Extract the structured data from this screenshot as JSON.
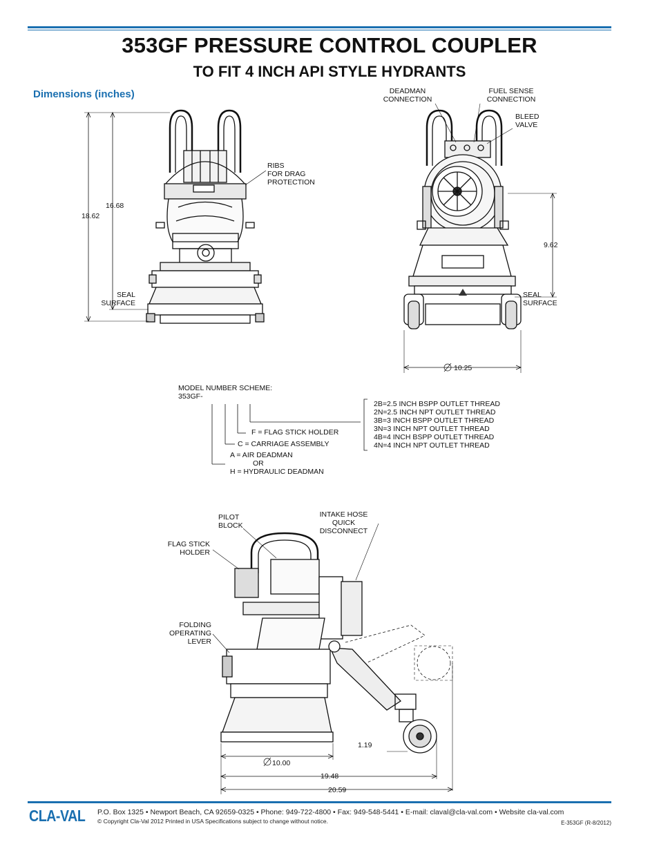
{
  "title": "353GF PRESSURE CONTROL COUPLER",
  "subtitle": "TO FIT 4 INCH API STYLE HYDRANTS",
  "section_label": "Dimensions (inches)",
  "front_view": {
    "ribs": "RIBS\nFOR DRAG\nPROTECTION",
    "dim_1": "18.62",
    "dim_2": "16.68",
    "seal": "SEAL\nSURFACE"
  },
  "side_view": {
    "deadman": "DEADMAN\nCONNECTION",
    "fuel_sense": "FUEL SENSE\nCONNECTION",
    "bleed": "BLEED\nVALVE",
    "dim_height": "9.62",
    "seal": "SEAL\nSURFACE",
    "dim_dia": "10.25"
  },
  "model": {
    "heading": "MODEL NUMBER SCHEME:",
    "prefix": "353GF-",
    "opt_f": "F = FLAG STICK HOLDER",
    "opt_c": "C = CARRIAGE ASSEMBLY",
    "opt_a": "A = AIR DEADMAN",
    "opt_or": "OR",
    "opt_h": "H = HYDRAULIC DEADMAN",
    "threads": [
      "2B=2.5 INCH BSPP OUTLET THREAD",
      "2N=2.5 INCH NPT OUTLET THREAD",
      "3B=3 INCH BSPP OUTLET THREAD",
      "3N=3 INCH NPT OUTLET THREAD",
      "4B=4 INCH BSPP OUTLET THREAD",
      "4N=4 INCH NPT OUTLET THREAD"
    ]
  },
  "bottom_view": {
    "pilot": "PILOT\nBLOCK",
    "intake": "INTAKE HOSE\nQUICK\nDISCONNECT",
    "flag": "FLAG STICK\nHOLDER",
    "folding": "FOLDING\nOPERATING\nLEVER",
    "dim_119": "1.19",
    "dim_dia": "10.00",
    "dim_1948": "19.48",
    "dim_2059": "20.59"
  },
  "footer": {
    "logo": "CLA-VAL",
    "contact": "P.O. Box 1325 • Newport Beach, CA 92659-0325 • Phone: 949-722-4800 • Fax: 949-548-5441 • E-mail: claval@cla-val.com • Website cla-val.com",
    "copyright": "© Copyright Cla-Val 2012   Printed in USA   Specifications subject to change without notice.",
    "code": "E-353GF (R-8/2012)"
  }
}
